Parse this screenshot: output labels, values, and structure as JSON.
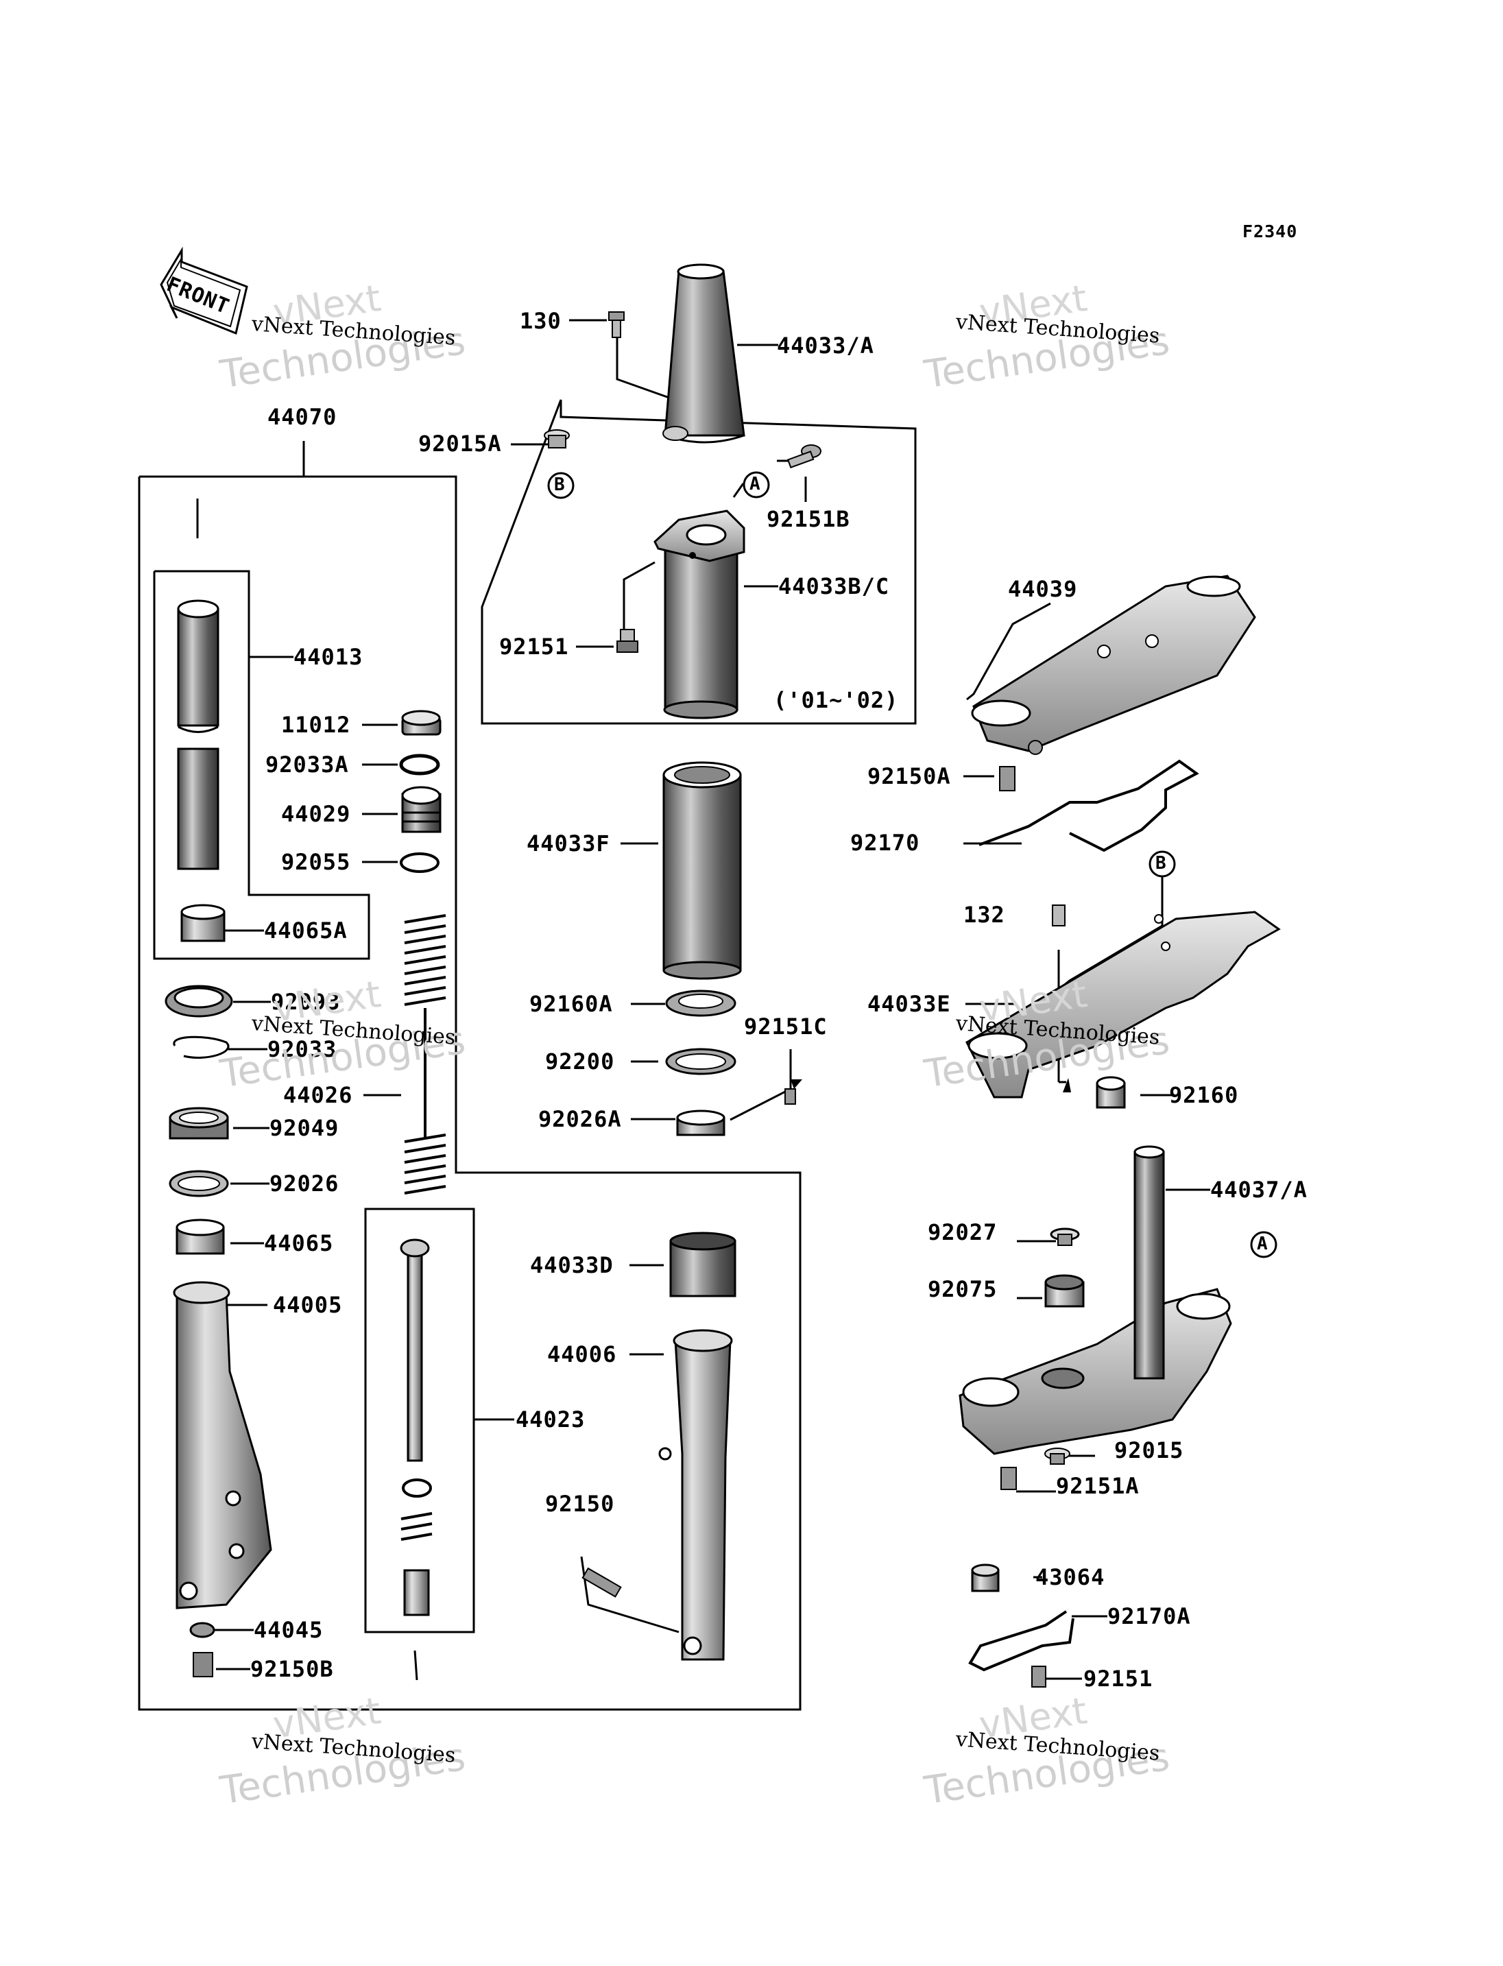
{
  "diagram_code": "F2340",
  "front_label": "FRONT",
  "watermark": {
    "brand": "vNext",
    "line": "vNext Technologies",
    "company": "Technologies"
  },
  "year_note": "('01~'02)",
  "callout_a": "A",
  "callout_b": "B",
  "parts": {
    "p130": "130",
    "p44033A": "44033/A",
    "p92015A": "92015A",
    "p92151B": "92151B",
    "p44033BC": "44033B/C",
    "p92151": "92151",
    "p44070": "44070",
    "p44013": "44013",
    "p11012": "11012",
    "p92033A": "92033A",
    "p44029": "44029",
    "p92055": "92055",
    "p44065A": "44065A",
    "p92093": "92093",
    "p92033": "92033",
    "p44026": "44026",
    "p92049": "92049",
    "p92026": "92026",
    "p44065": "44065",
    "p44005": "44005",
    "p44045": "44045",
    "p92150B": "92150B",
    "p44033F": "44033F",
    "p92160A": "92160A",
    "p92200": "92200",
    "p92151C": "92151C",
    "p92026A": "92026A",
    "p44033D": "44033D",
    "p44006": "44006",
    "p44023": "44023",
    "p92150": "92150",
    "p44039": "44039",
    "p92150A": "92150A",
    "p92170": "92170",
    "p132": "132",
    "p44033E": "44033E",
    "p92160": "92160",
    "p44037A": "44037/A",
    "p92027": "92027",
    "p92075": "92075",
    "p92015": "92015",
    "p92151A": "92151A",
    "p43064": "43064",
    "p92170A": "92170A",
    "p92151b2": "92151"
  }
}
